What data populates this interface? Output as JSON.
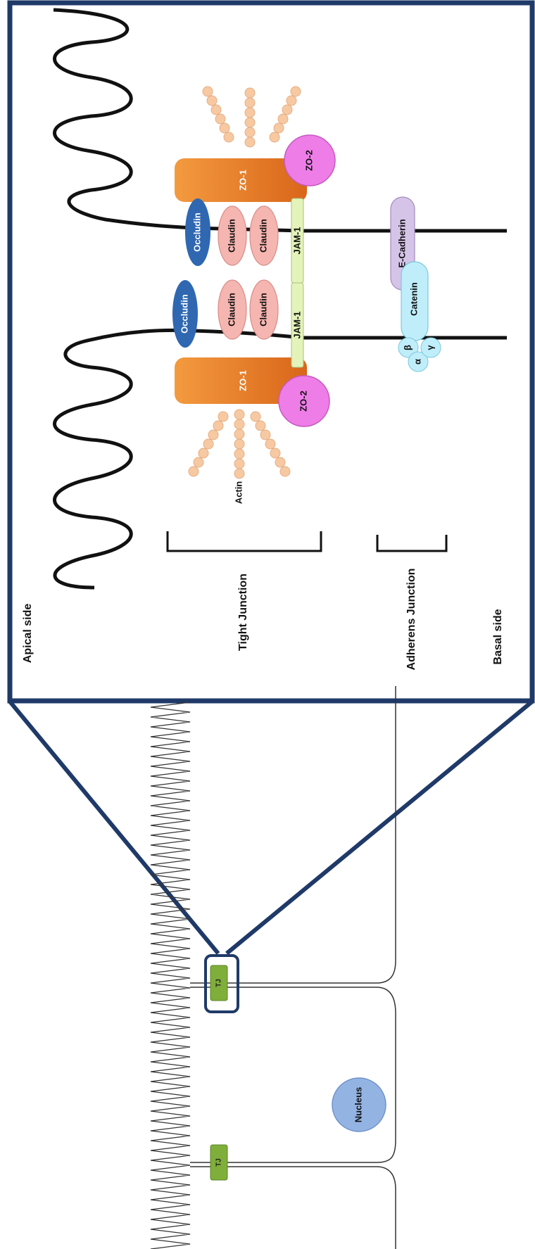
{
  "side_labels": {
    "apical": "Apical side",
    "basal": "Basal side"
  },
  "junction_labels": {
    "tight": "Tight Junction",
    "adherens": "Adherens Junction"
  },
  "proteins": {
    "actin": "Actin",
    "zo1": "ZO-1",
    "zo2": "ZO-2",
    "occludin": "Occludin",
    "claudin": "Claudin",
    "jam1": "JAM-1",
    "ecadherin": "E-Cadherin",
    "catenin": "Catenin",
    "alpha": "α",
    "beta": "β",
    "gamma": "γ"
  },
  "overview": {
    "tj": "TJ",
    "nucleus": "Nucleus"
  },
  "colors": {
    "frame": "#1f3a68",
    "zo1": "#e87a22",
    "zo2": "#ee7de8",
    "occludin": "#2f67b1",
    "claudin": "#f5b5b0",
    "jam1": "#e3f3b9",
    "ecadherin": "#d6c4e8",
    "catenin": "#bfeefa",
    "actin": "#f7c9a3",
    "tj_box": "#7fae3a",
    "nucleus": "#93b3e3"
  }
}
